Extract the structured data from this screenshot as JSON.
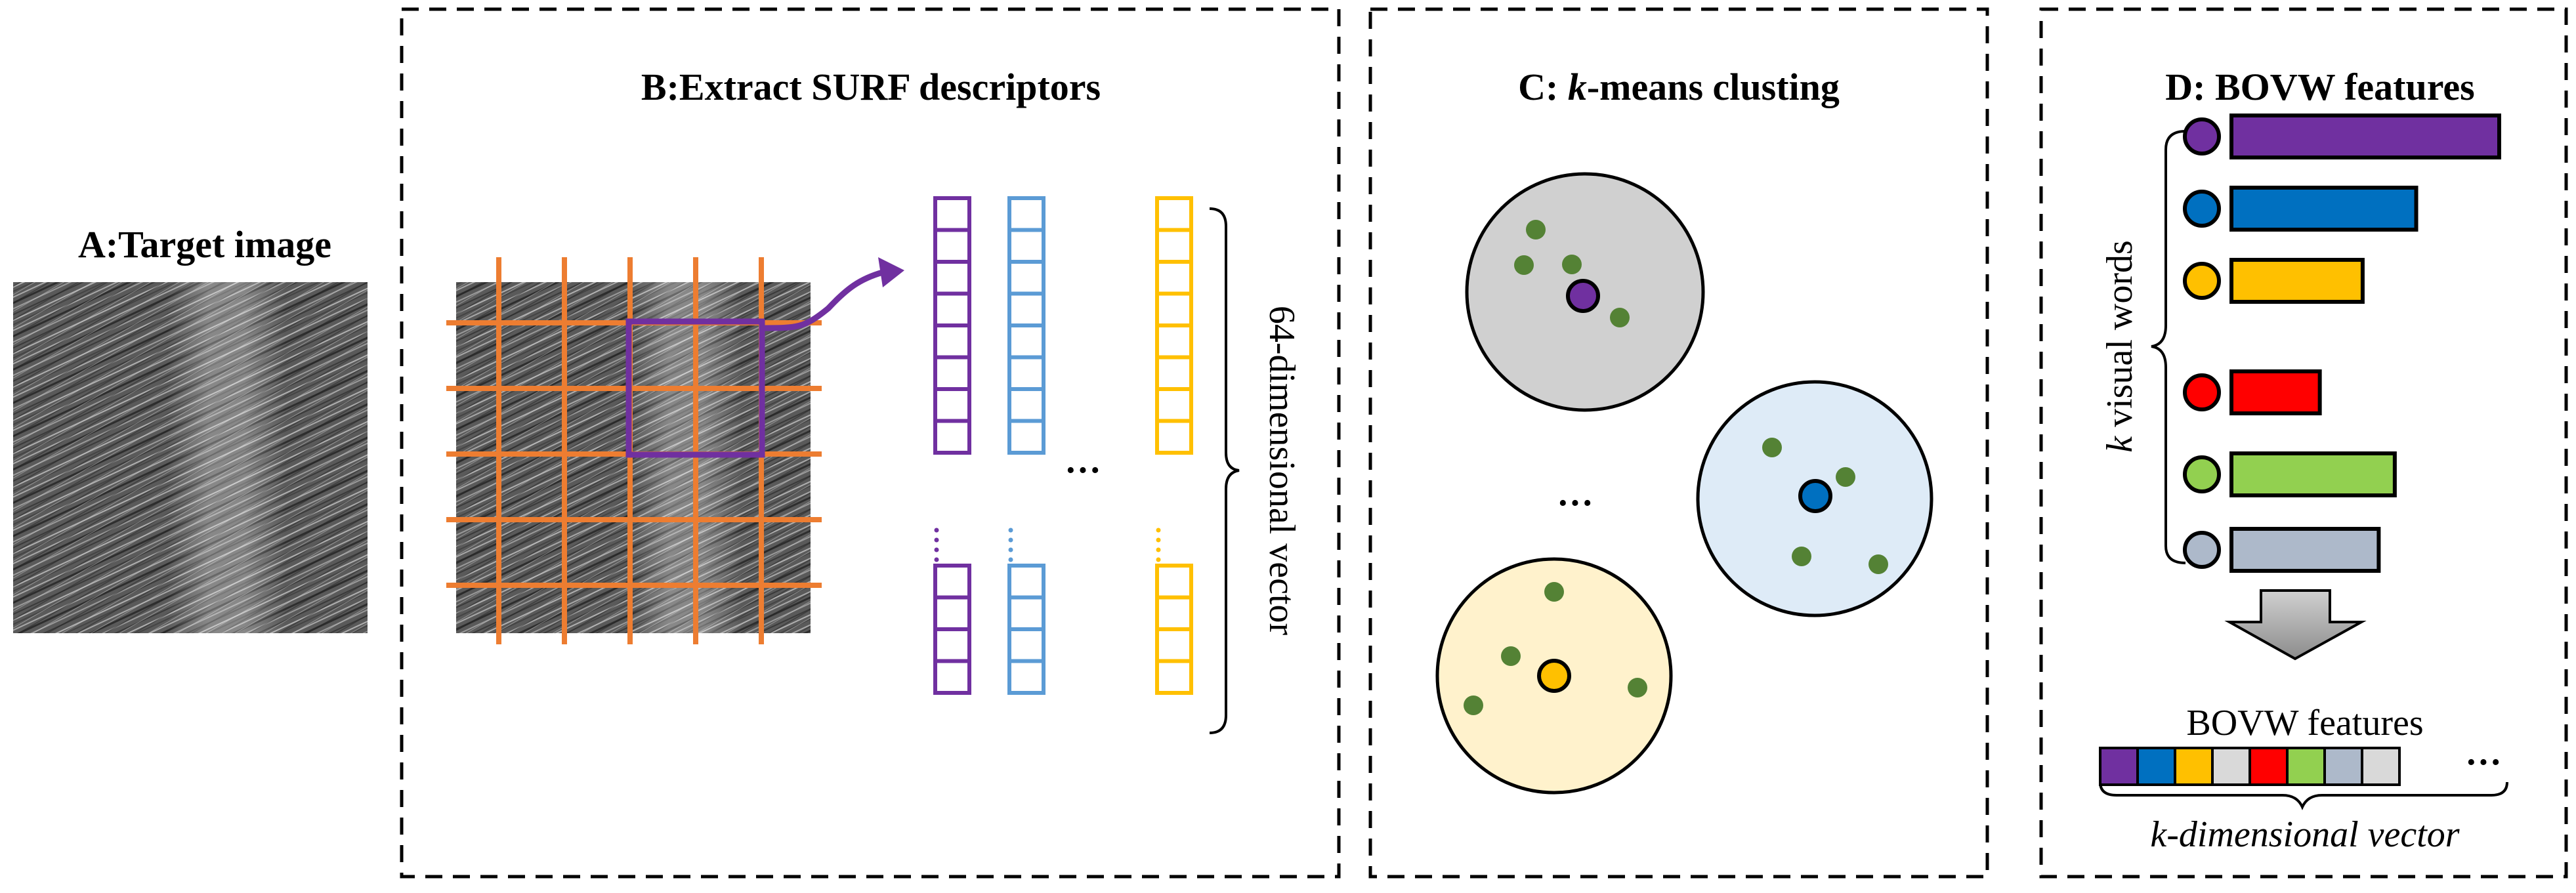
{
  "panels": {
    "a": {
      "title": "A:Target image"
    },
    "b": {
      "title": "B:Extract SURF descriptors",
      "vector_label": "64-dimensional vector",
      "ellipsis": "···"
    },
    "c": {
      "title_prefix": "C: ",
      "title_k": "k",
      "title_rest": "-means clusting",
      "ellipsis": "···"
    },
    "d": {
      "title": "D: BOVW features",
      "axis_k": "k",
      "axis_rest": " visual words",
      "features_label": "BOVW features",
      "vector_label": "k-dimensional vector",
      "ellipsis": "···"
    }
  },
  "colors": {
    "purple": "#7030A0",
    "blue": "#0070C0",
    "light_blue": "#5B9BD5",
    "yellow": "#FFC000",
    "red": "#FF0000",
    "green": "#92D050",
    "grey_blue": "#ADB9CA",
    "light_grey": "#D9D9D9",
    "orange": "#ED7D31",
    "dot_green": "#548235",
    "cluster_grey": "#D0D0D0",
    "cluster_blue": "#DEEBF7",
    "cluster_yellow": "#FFF2CC"
  },
  "visual_words": [
    {
      "name": "purple",
      "bar_fraction": 1.0
    },
    {
      "name": "blue",
      "bar_fraction": 0.69
    },
    {
      "name": "yellow",
      "bar_fraction": 0.49
    },
    {
      "name": "red",
      "bar_fraction": 0.33
    },
    {
      "name": "green",
      "bar_fraction": 0.61
    },
    {
      "name": "grey_blue",
      "bar_fraction": 0.55
    }
  ],
  "feature_vector_cells": [
    "purple",
    "blue",
    "yellow",
    "light_grey",
    "red",
    "green",
    "grey_blue",
    "light_grey"
  ]
}
